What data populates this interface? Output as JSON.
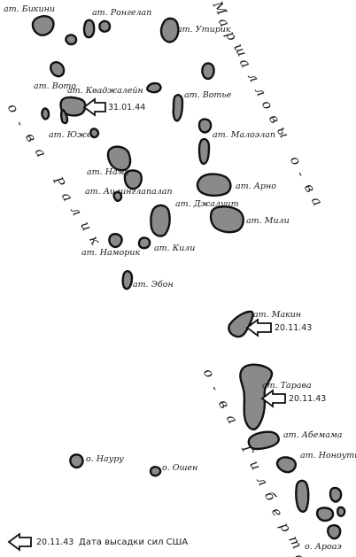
{
  "labels": {
    "bikini": "ат. Бикини",
    "rongelap": "ат. Ронгелап",
    "utirik": "ат. Утирик",
    "voto": "ат. Вото",
    "kwajalein": "ат. Кваджалейн",
    "wotje": "ат. Вотье",
    "ujae": "ат. Юже",
    "maloelap": "ат. Малоэлап",
    "namu": "ат. Наму",
    "ailinglaplap": "ат. Аилинглапалап",
    "arno": "ат. Арно",
    "jaluit": "ат. Джалуит",
    "mili": "ат. Мили",
    "namorik": "ат. Наморик",
    "kili": "ат. Кили",
    "ebon": "ат. Эбон",
    "makin": "ат. Макин",
    "tarawa": "ат. Тарава",
    "abemama": "ат. Абемама",
    "nonouti": "ат. Ноноути",
    "nauru": "о. Науру",
    "ocean": "о. Ошен",
    "arorae": "о. Ароаэ"
  },
  "chains": {
    "marshall": "Маршалловы о-ва",
    "ralik": "о-ва Ралик",
    "gilbert": "о-ва Гилберта"
  },
  "landings": {
    "kwajalein": "31.01.44",
    "makin": "20.11.43",
    "tarawa": "20.11.43"
  },
  "legend": {
    "date": "20.11.43",
    "text": "Дата высадки сил США"
  },
  "colors": {
    "island_fill": "#8a8a8a",
    "island_stroke": "#111111",
    "text": "#1a1a1a"
  }
}
